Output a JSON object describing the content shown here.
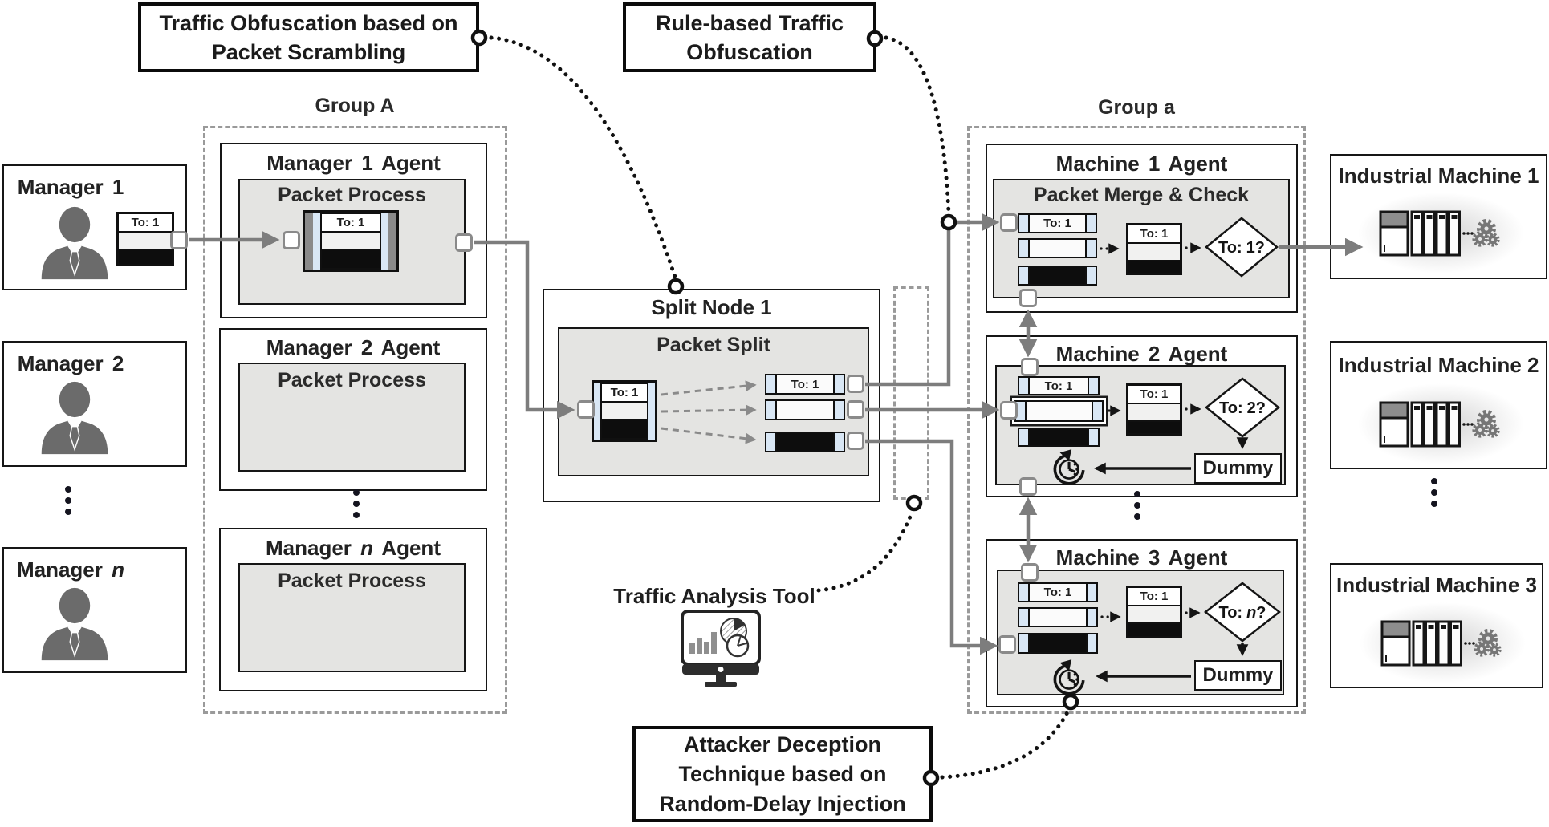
{
  "annotations": {
    "packet_scrambling": {
      "line1": "Traffic Obfuscation based on",
      "line2": "Packet Scrambling"
    },
    "rule_based": {
      "line1": "Rule-based Traffic",
      "line2": "Obfuscation"
    },
    "attacker_deception": {
      "line1": "Attacker Deception",
      "line2": "Technique based on",
      "line3": "Random-Delay Injection"
    },
    "traffic_analysis": "Traffic Analysis Tool"
  },
  "groups": {
    "managers": "Group A",
    "machines": "Group a"
  },
  "managers": [
    {
      "name_pre": "Manager",
      "name_var": "1",
      "packet": "To: 1"
    },
    {
      "name_pre": "Manager",
      "name_var": "2"
    },
    {
      "name_pre": "Manager",
      "name_var": "n"
    }
  ],
  "manager_agents": [
    {
      "title_pre": "Manager",
      "title_var": "1",
      "title_post": "Agent",
      "subtitle": "Packet Process",
      "packet": "To: 1"
    },
    {
      "title_pre": "Manager",
      "title_var": "2",
      "title_post": "Agent",
      "subtitle": "Packet Process"
    },
    {
      "title_pre": "Manager",
      "title_var": "n",
      "title_post": "Agent",
      "subtitle": "Packet Process"
    }
  ],
  "split_node": {
    "title": "Split Node 1",
    "subtitle": "Packet Split",
    "input_packet": "To: 1",
    "output_packet": "To: 1"
  },
  "machine_agents": [
    {
      "title_pre": "Machine",
      "title_var": "1",
      "title_post": "Agent",
      "subtitle": "Packet Merge & Check",
      "stack_packet": "To: 1",
      "merged_packet": "To: 1",
      "diamond_pre": "To:",
      "diamond_var": "1",
      "diamond_post": "?"
    },
    {
      "title_pre": "Machine",
      "title_var": "2",
      "title_post": "Agent",
      "stack_packet": "To: 1",
      "merged_packet": "To: 1",
      "diamond_pre": "To:",
      "diamond_var": "2",
      "diamond_post": "?",
      "dummy": "Dummy"
    },
    {
      "title_pre": "Machine",
      "title_var": "3",
      "title_post": "Agent",
      "stack_packet": "To: 1",
      "merged_packet": "To: 1",
      "diamond_pre": "To:",
      "diamond_var": "n",
      "diamond_post": "?",
      "dummy": "Dummy"
    }
  ],
  "industrial_machines": [
    {
      "title": "Industrial Machine 1"
    },
    {
      "title": "Industrial Machine 2"
    },
    {
      "title": "Industrial Machine 3"
    }
  ],
  "colors": {
    "line_gray": "#7d7d7d",
    "panel_gray": "#e4e4e2",
    "dashed_gray": "#9a9a9a",
    "packet_blue": "#d9e7f5",
    "ink": "#141414"
  }
}
